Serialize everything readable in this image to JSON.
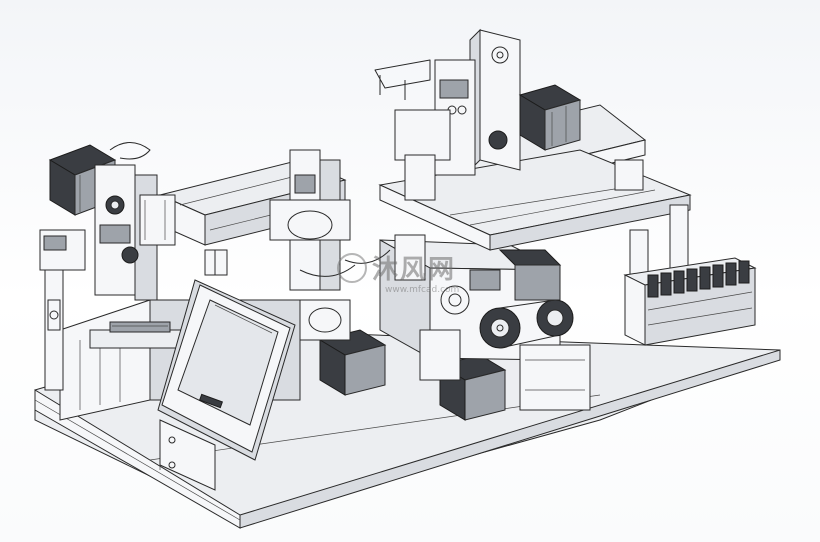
{
  "watermark": {
    "brand": "沐风网",
    "url": "www.mfcad.com"
  },
  "colors": {
    "background": "#ffffff",
    "line": "#2a2a2a",
    "motor": "#3a3d42",
    "panel": "#eceef1"
  },
  "components": [
    "base-plate",
    "left-gantry",
    "left-stepper-motor",
    "touch-screen-panel",
    "center-belt-drive",
    "right-upper-gantry",
    "right-stepper-motor",
    "solenoid-valve-bank",
    "lower-stepper-motors"
  ]
}
